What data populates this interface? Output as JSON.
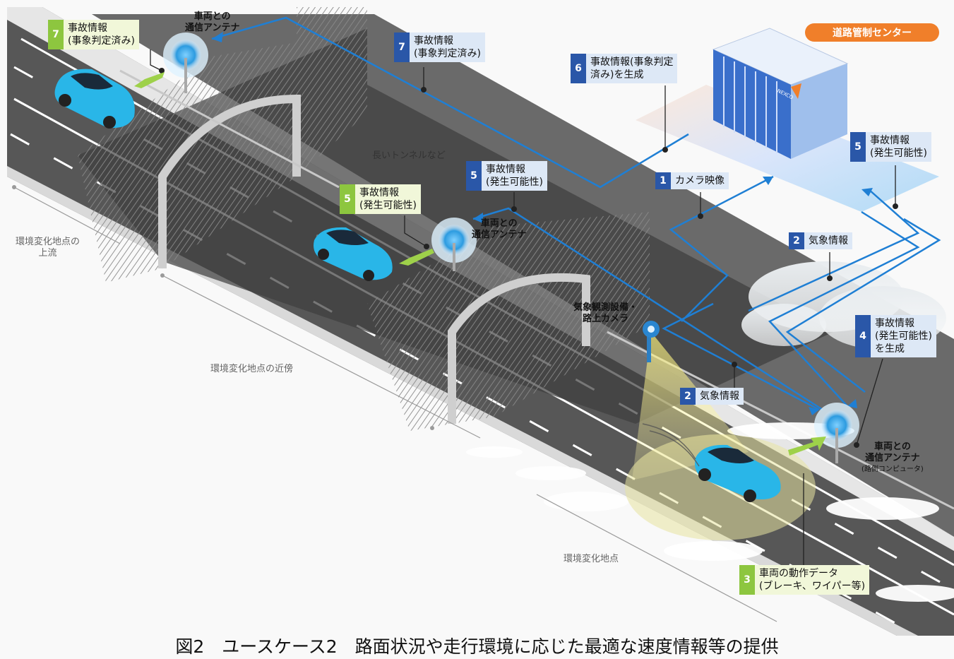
{
  "caption": "図2　ユースケース2　路面状況や走行環境に応じた最適な速度情報等の提供",
  "control_center": "道路管制センター",
  "building_sign": "NEXCO",
  "tunnel_note": "長いトンネルなど",
  "weather_station": [
    "気象観測設備・",
    "路上カメラ"
  ],
  "places": {
    "upstream": [
      "環境変化地点の",
      "上流"
    ],
    "nearby": "環境変化地点の近傍",
    "point": "環境変化地点"
  },
  "antennas": {
    "top": [
      "車両との",
      "通信アンテナ"
    ],
    "middle": [
      "車両との",
      "通信アンテナ"
    ],
    "right": [
      "車両との",
      "通信アンテナ"
    ],
    "right_sub": "(路側コンピュータ)"
  },
  "labels": {
    "l7_green": {
      "num": "7",
      "lines": [
        "事故情報",
        "(事象判定済み)"
      ]
    },
    "l7_blue": {
      "num": "7",
      "lines": [
        "事故情報",
        "(事象判定済み)"
      ]
    },
    "l6": {
      "num": "6",
      "lines": [
        "事故情報(事象判定",
        "済み)を生成"
      ]
    },
    "l5_right": {
      "num": "5",
      "lines": [
        "事故情報",
        "(発生可能性)"
      ]
    },
    "l5_mid": {
      "num": "5",
      "lines": [
        "事故情報",
        "(発生可能性)"
      ]
    },
    "l5_green": {
      "num": "5",
      "lines": [
        "事故情報",
        "(発生可能性)"
      ]
    },
    "l1": {
      "num": "1",
      "lines": [
        "カメラ映像"
      ]
    },
    "l2_right": {
      "num": "2",
      "lines": [
        "気象情報"
      ]
    },
    "l2_mid": {
      "num": "2",
      "lines": [
        "気象情報"
      ]
    },
    "l4": {
      "num": "4",
      "lines": [
        "事故情報",
        "(発生可能性)",
        "を生成"
      ]
    },
    "l3": {
      "num": "3",
      "lines": [
        "車両の動作データ",
        "(ブレーキ、ワイパー等)"
      ]
    }
  },
  "colors": {
    "flow_line": "#1f7fd4",
    "badge_blue": "#2a57a8",
    "badge_green": "#8dc63f",
    "center_orange": "#f07f2a",
    "car": "#29b6e8"
  }
}
